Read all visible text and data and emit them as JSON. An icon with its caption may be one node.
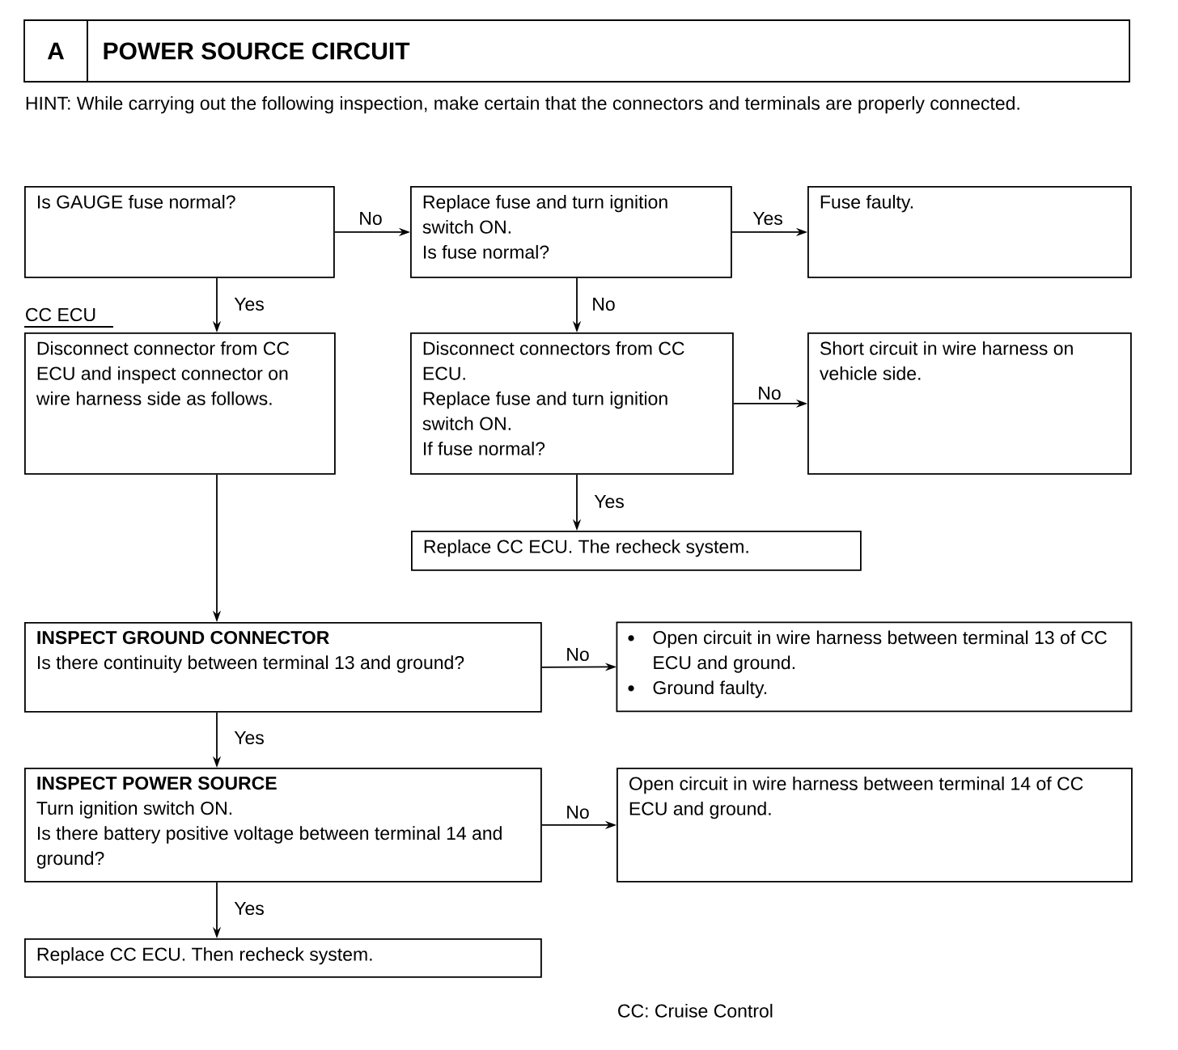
{
  "diagram": {
    "title": "POWER SOURCE CIRCUIT",
    "nodes": [
      {
        "text": [
          "Is GAUGE fuse normal?"
        ]
      },
      {
        "text": [
          "Replace fuse and turn ignition switch ON.",
          "Is fuse normal?"
        ]
      },
      {
        "text": [
          "Fuse faulty."
        ]
      },
      {
        "text": [
          "Disconnect connector from CC ECU and inspect connector on wire harness side as follows."
        ],
        "beside": [
          "CC ECU"
        ]
      },
      {
        "text": [
          "Disconnect connectors from CC ECU.",
          "Replace fuse and turn ignition switch ON.",
          "If fuse normal?"
        ]
      },
      {
        "text": [
          "Short circuit in wire harness on vehicle side."
        ]
      },
      {
        "text": [
          "Replace CC ECU. The recheck system."
        ]
      },
      {
        "text": [
          "INSPECT GROUND CONNECTOR",
          "Is there continuity between terminal 13 and ground?"
        ]
      },
      {
        "text": [
          "Open circuit in wire harness between terminal 13 of CC ECU and ground.",
          "Ground faulty."
        ]
      },
      {
        "text": [
          "INSPECT POWER SOURCE",
          "Turn ignition switch ON.",
          "Is there battery positive voltage between terminal 14 and ground?"
        ]
      },
      {
        "text": [
          "Open circuit in wire harness between terminal 14 of CC ECU and ground."
        ]
      },
      {
        "text": [
          "Replace CC ECU. Then recheck system."
        ]
      }
    ],
    "edges": [
      {
        "from": 0,
        "to": 1,
        "arrow": "to",
        "label": "No"
      },
      {
        "from": 1,
        "to": 2,
        "arrow": "to",
        "label": "Yes"
      },
      {
        "from": 0,
        "to": 3,
        "arrow": "to",
        "label": "Yes"
      },
      {
        "from": 1,
        "to": 4,
        "arrow": "to",
        "label": "No"
      },
      {
        "from": 4,
        "to": 5,
        "arrow": "to",
        "label": "No"
      },
      {
        "from": 4,
        "to": 6,
        "arrow": "to",
        "label": "Yes"
      },
      {
        "from": 3,
        "to": 7,
        "arrow": "to"
      },
      {
        "from": 7,
        "to": 8,
        "arrow": "to",
        "label": "No"
      },
      {
        "from": 7,
        "to": 9,
        "arrow": "to",
        "label": "Yes"
      },
      {
        "from": 9,
        "to": 10,
        "arrow": "to",
        "label": "No"
      },
      {
        "from": 9,
        "to": 11,
        "arrow": "to",
        "label": "Yes"
      }
    ],
    "labels": [
      "A",
      "HINT: While carrying out the following inspection, make certain that the connectors and terminals are properly connected.",
      "CC: Cruise Control"
    ]
  }
}
